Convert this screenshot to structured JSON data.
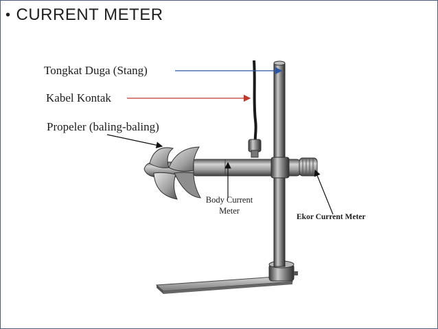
{
  "slide": {
    "bullet": "•",
    "title": "CURRENT METER"
  },
  "labels": {
    "stang": "Tongkat Duga (Stang)",
    "kabel": "Kabel Kontak",
    "propeler": "Propeler (baling-baling)",
    "body_line1": "Body Current",
    "body_line2": "Meter",
    "ekor": "Ekor Current Meter"
  },
  "colors": {
    "stang_arrow": "#2b55a8",
    "kabel_arrow": "#c0392b",
    "frame_border": "#4a5d7a"
  }
}
